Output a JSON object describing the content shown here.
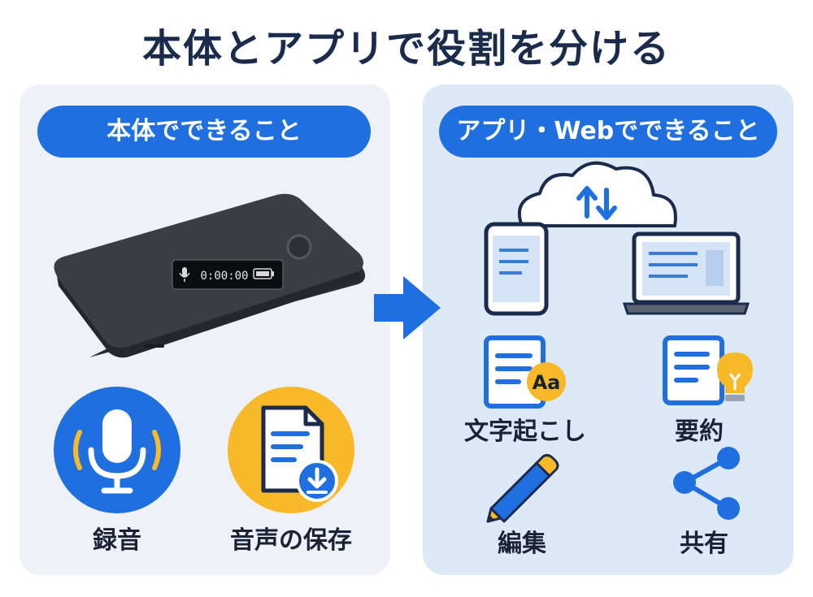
{
  "title": "本体とアプリで役割を分ける",
  "left_panel": {
    "heading": "本体でできること",
    "device": {
      "timer": "0:00:00"
    },
    "features": [
      {
        "label": "録音",
        "icon": "microphone-icon"
      },
      {
        "label": "音声の保存",
        "icon": "file-download-icon"
      }
    ]
  },
  "right_panel": {
    "heading": "アプリ・Webでできること",
    "features": [
      {
        "label": "文字起こし",
        "icon": "document-text-icon",
        "badge": "Aa"
      },
      {
        "label": "要約",
        "icon": "document-lightbulb-icon"
      },
      {
        "label": "編集",
        "icon": "pencil-icon"
      },
      {
        "label": "共有",
        "icon": "share-icon"
      }
    ]
  },
  "colors": {
    "accent": "#1f6fe0",
    "yellow": "#f7b928",
    "navy": "#1a2b4c"
  }
}
